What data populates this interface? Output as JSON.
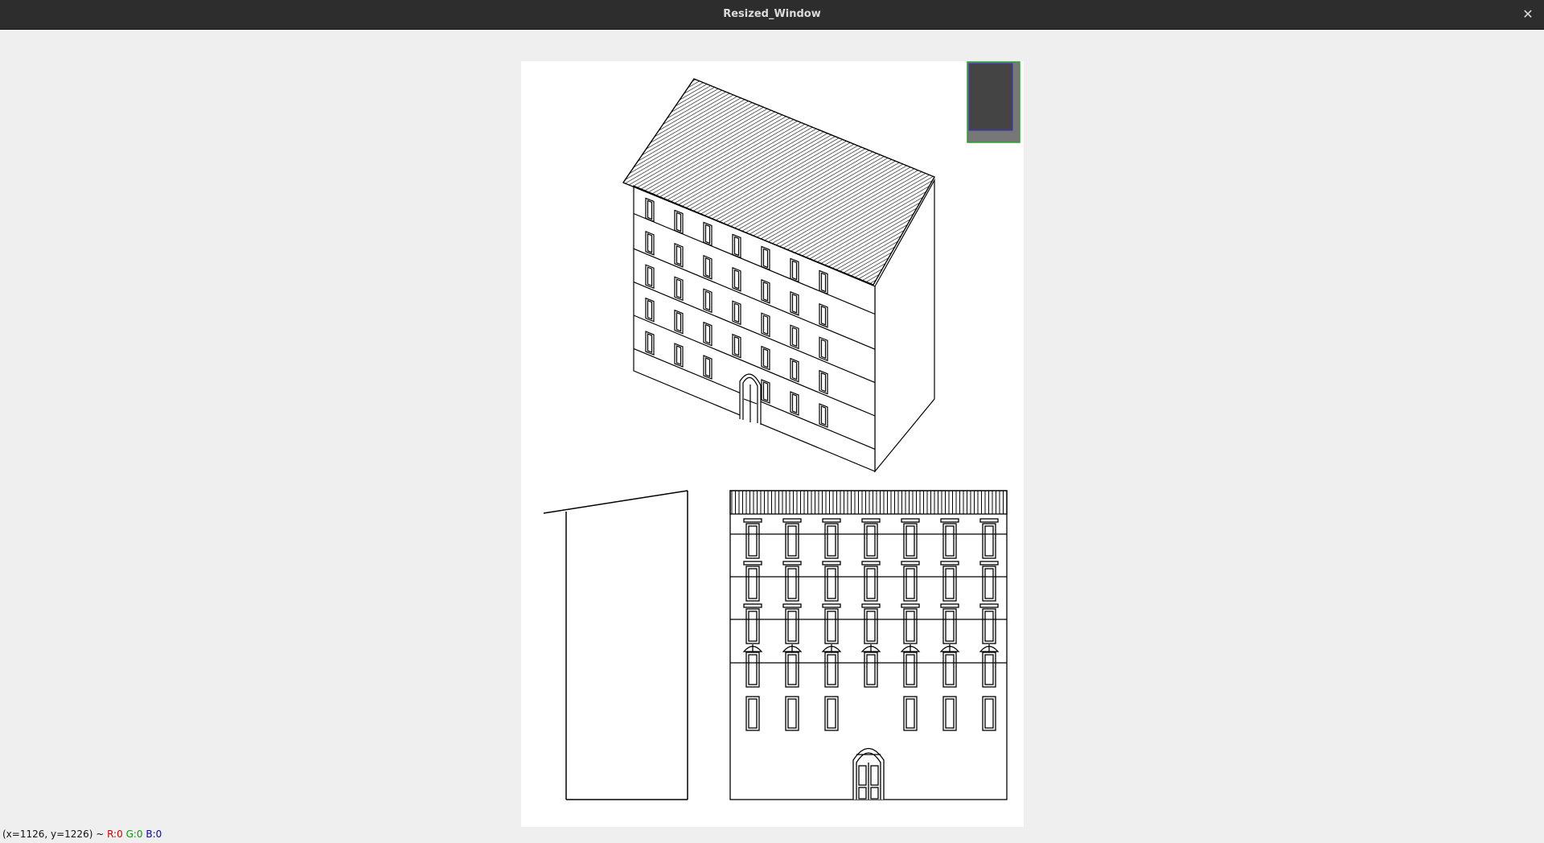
{
  "window": {
    "title": "Resized_Window",
    "close_glyph": "✕"
  },
  "status": {
    "coords": "(x=1126, y=1226)",
    "separator": " ~ ",
    "r": "R:0",
    "g": "G:0",
    "b": "B:0"
  },
  "icons": {
    "close": "close-icon"
  },
  "colors": {
    "titlebar": "#2d2d2d",
    "background": "#efefef",
    "minimap_fill": "#444444",
    "minimap_outer": "#2ea02e",
    "minimap_inner": "#3b3bbd",
    "r": "#d00000",
    "g": "#00a000",
    "b": "#0000d0"
  }
}
